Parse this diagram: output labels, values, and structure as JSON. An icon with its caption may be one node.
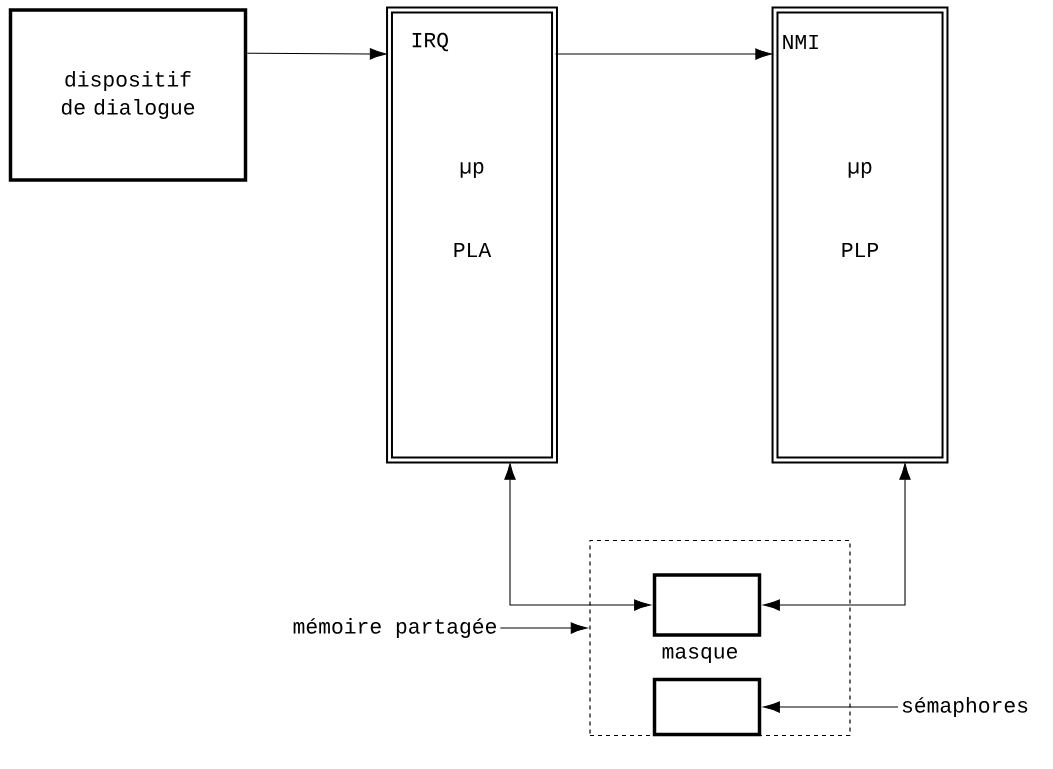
{
  "diagram": {
    "nodes": [
      {
        "text": [
          "dispositif de dialogue"
        ]
      },
      {
        "text": [
          "IRQ",
          "µp",
          "PLA"
        ]
      },
      {
        "text": [
          "NMI",
          "µp",
          "PLP"
        ]
      },
      {
        "text": [
          "masque"
        ]
      },
      {
        "text": [
          "mémoire partagée"
        ]
      },
      {
        "text": [],
        "shape": "box",
        "in": 3
      },
      {
        "text": [],
        "shape": "box",
        "in": 3
      },
      {
        "text": [
          "sémaphores"
        ]
      }
    ],
    "edges": [
      {
        "from": 0,
        "to": 1,
        "arrow": "to"
      },
      {
        "from": 1,
        "to": 2,
        "arrow": "to"
      },
      {
        "from": 1,
        "to": 5,
        "arrow": "both"
      },
      {
        "from": 2,
        "to": 5,
        "arrow": "both"
      },
      {
        "from": 4,
        "to": 3,
        "arrow": "to"
      },
      {
        "from": 7,
        "to": 6,
        "arrow": "to"
      }
    ]
  }
}
